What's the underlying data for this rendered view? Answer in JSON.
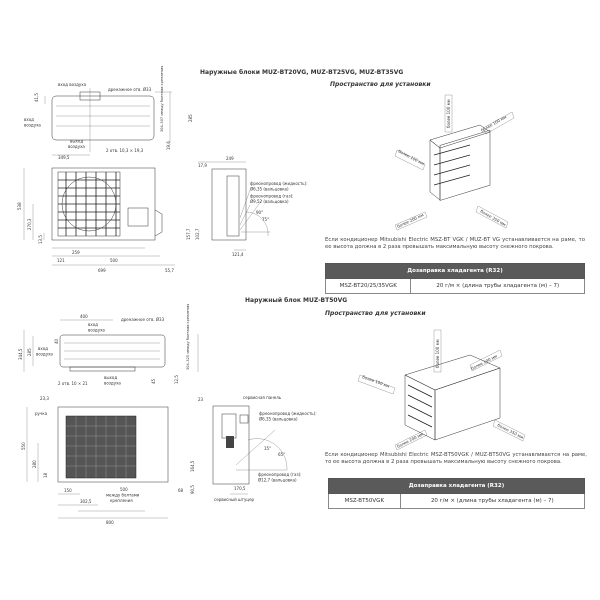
{
  "section1": {
    "title": "Наружные блоки MUZ-BT20VG, MUZ-BT25VG, MUZ-BT35VG",
    "space_title": "Пространство для установки",
    "labels": {
      "air_in_top": "вход воздуха",
      "drain": "дренажное отв. Ø33",
      "air_in_left_1": "вход",
      "air_in_left_2": "воздуха",
      "air_out_1": "выход",
      "air_out_2": "воздуха",
      "mount_1": "2 отв. 10,3 × 19,3",
      "bolts": "304–307 между болтами крепления",
      "pipe_liquid_1": "фреонопровод (жидкость):",
      "pipe_liquid_2": "Ø6,35 (вальцовка)",
      "pipe_gas_1": "фреонопровод (газ):",
      "pipe_gas_2": "Ø9,52 (вальцовка)"
    },
    "dims": [
      "41,5",
      "349,5",
      "19,6",
      "285",
      "538",
      "270,3",
      "13,5",
      "259",
      "121",
      "500",
      "699",
      "55,7",
      "17,9",
      "249",
      "157,7",
      "102,7",
      "121,4",
      "90°",
      "75°"
    ],
    "clearances": [
      "более 100 мм",
      "более 100 мм",
      "более 100 мм",
      "более 200 мм",
      "более 350 мм"
    ],
    "note": "Если кондиционер Mitsubishi Electric MSZ-BT VGK / MUZ-BT VG устанавливается на раме, то ее высота должна в 2 раза превышать максимальную высоту снежного покрова.",
    "table": {
      "header": "Дозаправка хладагента (R32)",
      "model": "MSZ-BT20/25/35VGK",
      "formula": "20 г/м × (длина трубы хладагента (м) – 7)"
    }
  },
  "section2": {
    "title": "Наружный блок MUZ-BT50VG",
    "space_title": "Пространство для установки",
    "labels": {
      "drain": "дренажное отв. Ø33",
      "air_in_top_1": "вход",
      "air_in_top_2": "воздуха",
      "air_in_left_1": "вход",
      "air_in_left_2": "воздуха",
      "air_out_1": "выход",
      "air_out_2": "воздуха",
      "mount": "2 отв. 10 × 21",
      "bolts": "304–325 между болтами крепления",
      "handle": "ручка",
      "service_panel": "сервисная панель",
      "pipe_liquid_1": "фреонопровод (жидкость):",
      "pipe_liquid_2": "Ø6,35 (вальцовка)",
      "pipe_gas_1": "фреонопровод (газ):",
      "pipe_gas_2": "Ø12,7 (вальцовка)",
      "service_port": "сервисный штуцер",
      "bolt_500_1": "500",
      "bolt_500_2": "между болтами",
      "bolt_500_3": "крепления"
    },
    "dims": [
      "400",
      "344,5",
      "285",
      "40",
      "45",
      "12,5",
      "23,3",
      "550",
      "280",
      "18",
      "150",
      "302,5",
      "800",
      "68",
      "23",
      "164,5",
      "90,5",
      "170,5",
      "15°",
      "65°"
    ],
    "clearances": [
      "более 100 мм",
      "более 100 мм",
      "более 100 мм",
      "более 200 мм",
      "более 350 мм"
    ],
    "note": "Если кондиционер Mitsubishi Electric MSZ-BT50VGK / MUZ-BT50VG устанавливается на раме, то ее высота должна в 2 раза превышать максимальную высоту снежного покрова.",
    "table": {
      "header": "Дозаправка хладагента (R32)",
      "model": "MSZ-BT50VGK",
      "formula": "20 г/м × (длина трубы хладагента (м) – 7)"
    }
  },
  "colors": {
    "table_header": "#5a5a5a",
    "line": "#333333"
  }
}
